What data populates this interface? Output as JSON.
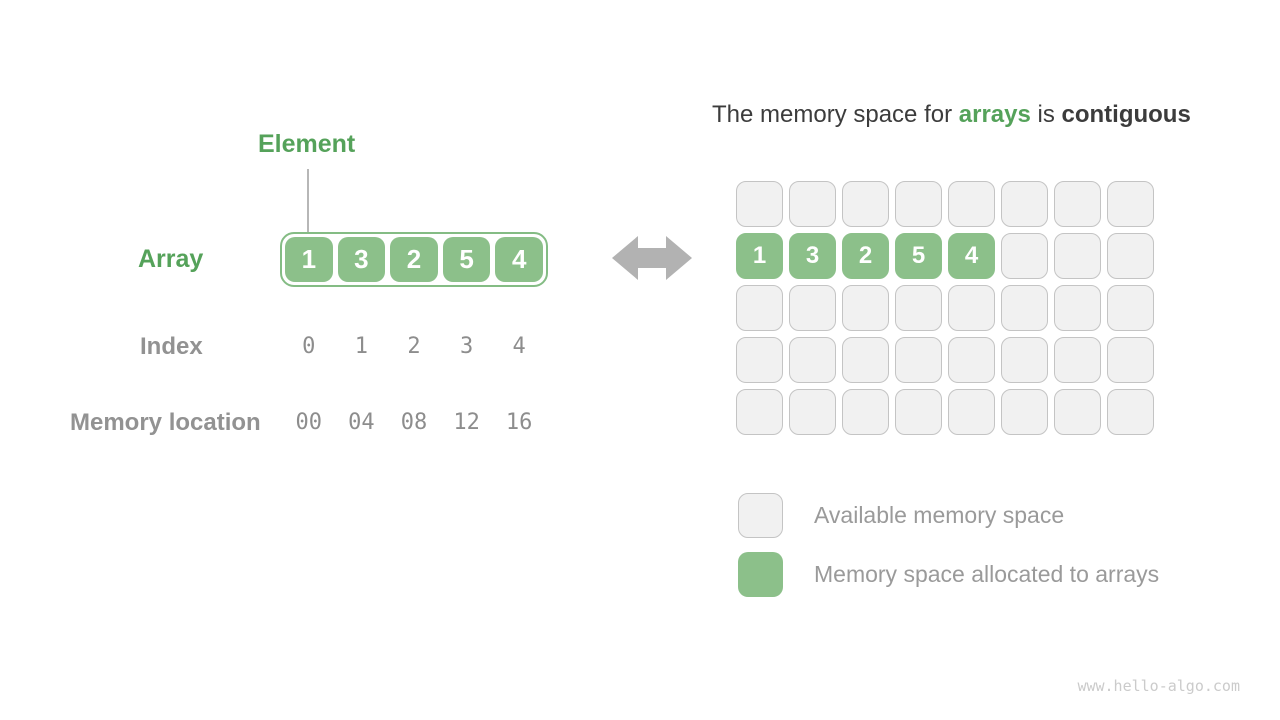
{
  "colors": {
    "green_text": "#55a25a",
    "green_cell": "#8cc08a",
    "green_border": "#84bc84",
    "gray_cell_bg": "#f1f1f1",
    "gray_cell_border": "#c4c4c4",
    "gray_label": "#929292",
    "gray_value": "#8d8d8d",
    "title_text": "#3c3c3c",
    "arrow": "#b2b2b2",
    "watermark_text": "#cbcbcb"
  },
  "left": {
    "element_label": "Element",
    "array_label": "Array",
    "array_values": [
      "1",
      "3",
      "2",
      "5",
      "4"
    ],
    "index_label": "Index",
    "index_values": [
      "0",
      "1",
      "2",
      "3",
      "4"
    ],
    "memory_label": "Memory location",
    "memory_values": [
      "00",
      "04",
      "08",
      "12",
      "16"
    ]
  },
  "right": {
    "title": {
      "prefix": "The memory space for ",
      "highlight": "arrays",
      "middle": " is ",
      "emphasis": "contiguous"
    },
    "grid": {
      "rows": 5,
      "cols": 8,
      "array_row": 1,
      "array_values": [
        "1",
        "3",
        "2",
        "5",
        "4"
      ]
    },
    "legend": [
      {
        "swatch": "available",
        "label": "Available memory space"
      },
      {
        "swatch": "allocated",
        "label": "Memory space allocated to arrays"
      }
    ]
  },
  "watermark": "www.hello-algo.com"
}
